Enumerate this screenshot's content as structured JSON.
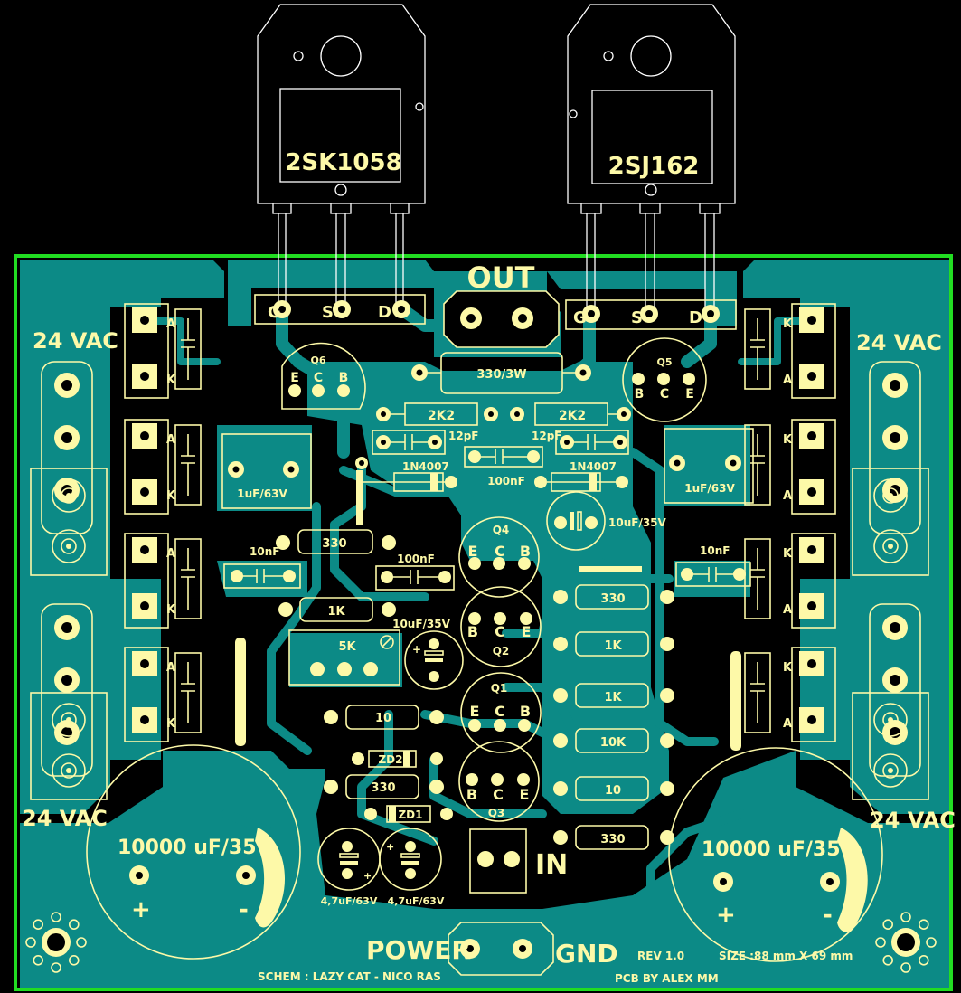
{
  "colors": {
    "background": "#000000",
    "board_outline": "#22dd22",
    "copper": "#0c8a86",
    "silkscreen": "#fdf9a8",
    "package_outline": "#ffffff"
  },
  "transistors": {
    "left": {
      "part": "2SK1058",
      "pins": [
        "G",
        "S",
        "D"
      ]
    },
    "right": {
      "part": "2SJ162",
      "pins": [
        "G",
        "S",
        "D"
      ]
    }
  },
  "labels": {
    "out": "OUT",
    "in": "IN",
    "power": "POWER",
    "gnd": "GND",
    "vac_top_left": "24 VAC",
    "vac_top_right": "24 VAC",
    "vac_bottom_left": "24 VAC",
    "vac_bottom_right": "24 VAC",
    "rev": "REV 1.0",
    "size": "SIZE :88 mm X 69 mm",
    "schematic": "SCHEM : LAZY CAT - NICO RAS",
    "pcb_by": "PCB BY ALEX MM",
    "plus": "+",
    "minus": "-"
  },
  "components": {
    "r_330_3w": "330/3W",
    "r_2k2_left": "2K2",
    "r_2k2_right": "2K2",
    "c_12pf_left": "12pF",
    "c_12pf_right": "12pF",
    "d_1n4007_left": "1N4007",
    "d_1n4007_right": "1N4007",
    "c_100nf_top": "100nF",
    "c_100nf_mid": "100nF",
    "c_1uf_left": "1uF/63V",
    "c_1uf_right": "1uF/63V",
    "c_10uf_top": "10uF/35V",
    "c_10uf_mid": "10uF/35V",
    "r_330_a": "330",
    "r_1k_a": "1K",
    "pot_5k": "5K",
    "r_10_a": "10",
    "zd2": "ZD2",
    "zd1": "ZD1",
    "r_330_b": "330",
    "c_10nf_left": "10nF",
    "c_10nf_right": "10nF",
    "r_330_r1": "330",
    "r_1k_r1": "1K",
    "r_1k_r2": "1K",
    "r_10k": "10K",
    "r_10_r": "10",
    "r_330_r2": "330",
    "c_4u7_left": "4,7uF/63V",
    "c_4u7_right": "4,7uF/63V",
    "c_big_left": "10000 uF/35V",
    "c_big_right": "10000 uF/35V"
  },
  "small_transistors": {
    "q6": {
      "name": "Q6",
      "pins": [
        "E",
        "C",
        "B"
      ]
    },
    "q5": {
      "name": "Q5",
      "pins": [
        "B",
        "C",
        "E"
      ]
    },
    "q4": {
      "name": "Q4",
      "pins": [
        "E",
        "C",
        "B"
      ]
    },
    "q2": {
      "name": "Q2",
      "pins": [
        "B",
        "C",
        "E"
      ]
    },
    "q1": {
      "name": "Q1",
      "pins": [
        "E",
        "C",
        "B"
      ]
    },
    "q3": {
      "name": "Q3",
      "pins": [
        "B",
        "C",
        "E"
      ]
    }
  },
  "diode_pins": {
    "a": "A",
    "k": "K"
  }
}
